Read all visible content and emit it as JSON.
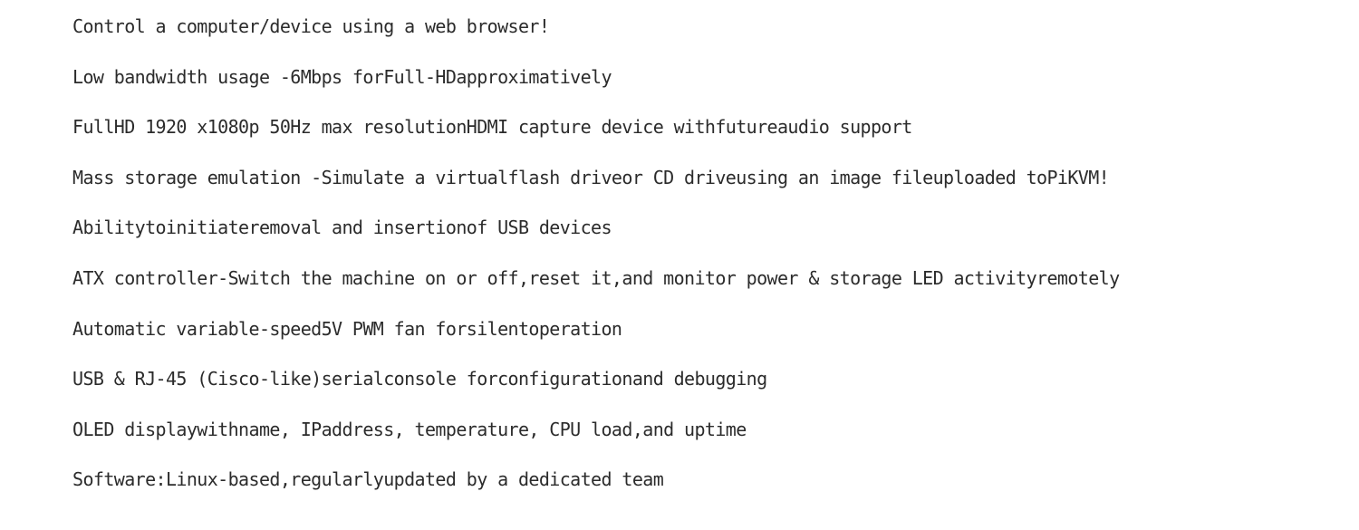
{
  "features": [
    "Control a computer/device  using a web  browser!",
    "Low  bandwidth  usage  -6Mbps   forFull-HDapproximatively",
    "FullHD  1920  x1080p  50Hz  max  resolutionHDMI   capture device withfutureaudio support",
    "Mass  storage emulation -Simulate  a virtualflash driveor CD  driveusing an  image  fileuploaded  toPiKVM!",
    "Abilitytoinitiateremoval and  insertionof USB  devices",
    "ATX controller-Switch the machine  on or off,reset it,and monitor power  & storage LED  activityremotely",
    "Automatic  variable-speed5V  PWM   fan forsilentoperation",
    "USB  & RJ-45  (Cisco-like)serialconsole  forconfigurationand debugging",
    "OLED  displaywithname,  IPaddress, temperature,  CPU  load,and uptime",
    "Software:Linux-based,regularlyupdated  by a dedicated team"
  ]
}
